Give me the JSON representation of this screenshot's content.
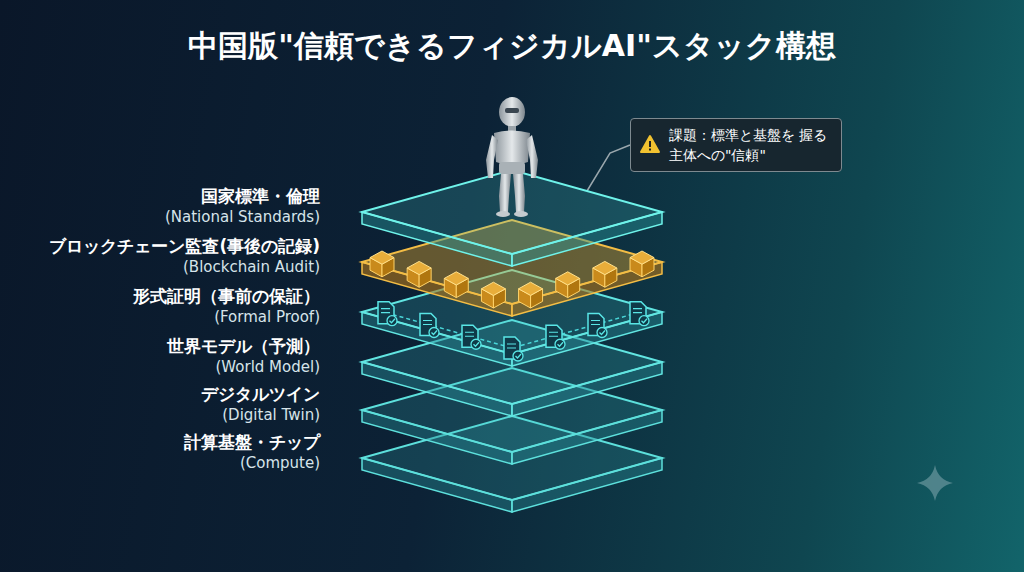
{
  "diagram": {
    "title": "中国版\"信頼できるフィジカルAI\"スタック構想",
    "nodes": [
      {
        "text": [
          "国家標準・倫理",
          "(National Standards)"
        ]
      },
      {
        "text": [
          "ブロックチェーン監査(事後の記録)",
          "(Blockchain Audit)"
        ]
      },
      {
        "text": [
          "形式証明（事前の保証）",
          "(Formal Proof)"
        ]
      },
      {
        "text": [
          "世界モデル（予測）",
          "(World Model)"
        ]
      },
      {
        "text": [
          "デジタルツイン",
          "(Digital Twin)"
        ]
      },
      {
        "text": [
          "計算基盤・チップ",
          "(Compute)"
        ]
      },
      {
        "text": [
          "課題：標準と基盤を 握る主体への\"信頼\""
        ]
      }
    ],
    "edges": [
      {
        "from": 6,
        "to": 0,
        "arrow": "none"
      }
    ]
  }
}
